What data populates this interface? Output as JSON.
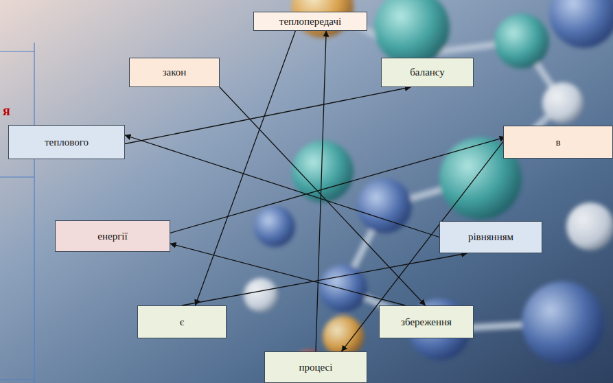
{
  "diagram": {
    "nodes": [
      {
        "text": [
          "теплопередачі"
        ]
      },
      {
        "text": [
          "закон"
        ]
      },
      {
        "text": [
          "балансу"
        ]
      },
      {
        "text": [
          "теплового"
        ]
      },
      {
        "text": [
          "в"
        ]
      },
      {
        "text": [
          "енергії"
        ]
      },
      {
        "text": [
          "рівнянням"
        ]
      },
      {
        "text": [
          "є"
        ]
      },
      {
        "text": [
          "збереження"
        ]
      },
      {
        "text": [
          "процесі"
        ]
      }
    ],
    "edges": [
      {
        "from": 1,
        "to": 8,
        "arrow": "to"
      },
      {
        "from": 8,
        "to": 5,
        "arrow": "to"
      },
      {
        "from": 5,
        "to": 4,
        "arrow": "to"
      },
      {
        "from": 4,
        "to": 9,
        "arrow": "to"
      },
      {
        "from": 9,
        "to": 0,
        "arrow": "to"
      },
      {
        "from": 0,
        "to": 7,
        "arrow": "to"
      },
      {
        "from": 7,
        "to": 6,
        "arrow": "to"
      },
      {
        "from": 6,
        "to": 3,
        "arrow": "to"
      },
      {
        "from": 3,
        "to": 2,
        "arrow": "to"
      }
    ],
    "labels": [
      "я"
    ]
  }
}
